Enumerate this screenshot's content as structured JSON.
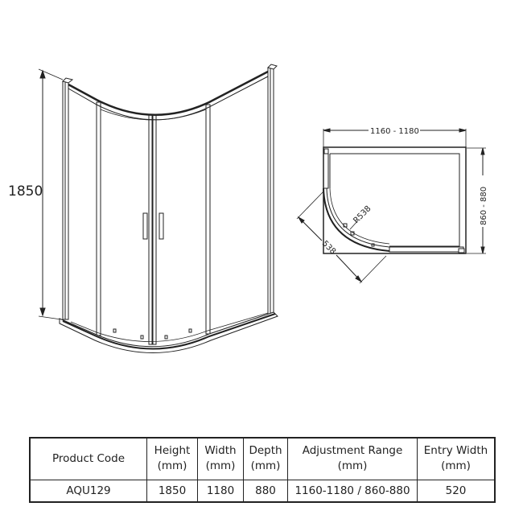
{
  "drawing": {
    "front_view": {
      "height_label": "1850"
    },
    "plan_view": {
      "width_label": "1160 - 1180",
      "depth_label": "860 - 880",
      "radius_label": "R538",
      "side_label": "538"
    }
  },
  "spec_table": {
    "headers": [
      {
        "line1": "Product Code",
        "line2": ""
      },
      {
        "line1": "Height",
        "line2": "(mm)"
      },
      {
        "line1": "Width",
        "line2": "(mm)"
      },
      {
        "line1": "Depth",
        "line2": "(mm)"
      },
      {
        "line1": "Adjustment Range",
        "line2": "(mm)"
      },
      {
        "line1": "Entry Width",
        "line2": "(mm)"
      }
    ],
    "rows": [
      {
        "product_code": "AQU129",
        "height": "1850",
        "width": "1180",
        "depth": "880",
        "adjustment_range": "1160-1180 / 860-880",
        "entry_width": "520"
      }
    ]
  },
  "colors": {
    "line": "#222222",
    "background": "#ffffff"
  }
}
